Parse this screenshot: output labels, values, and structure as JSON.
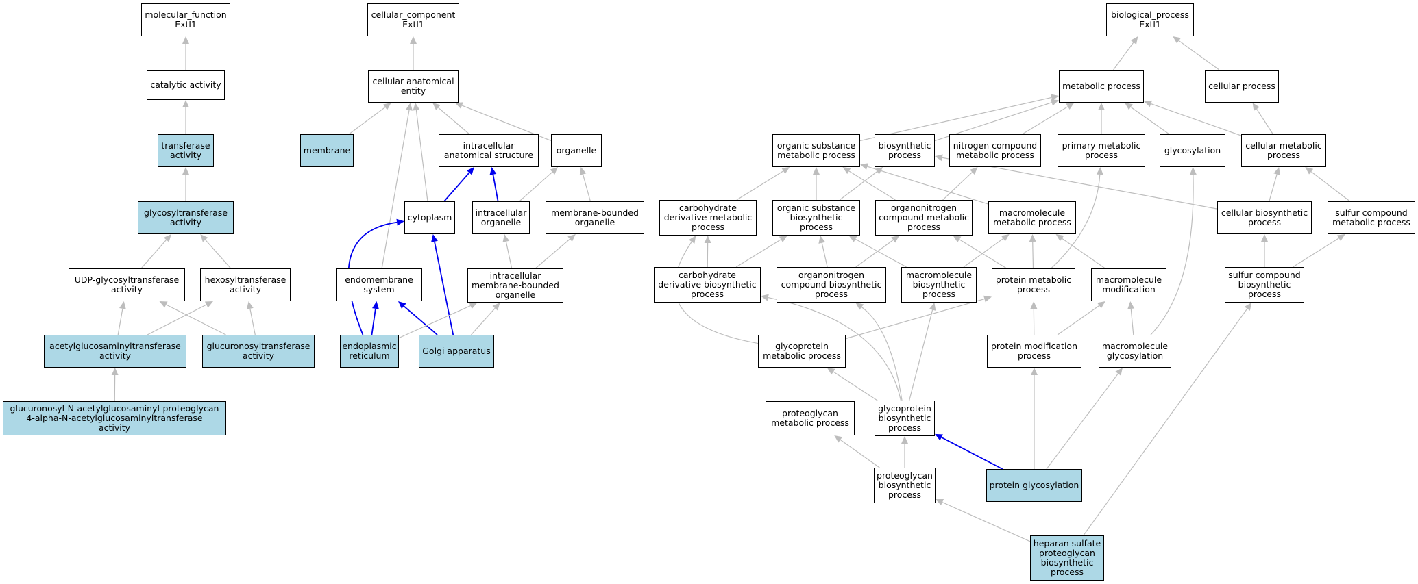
{
  "colors": {
    "highlight": "#add8e6",
    "edge_default": "#bdbdbd",
    "edge_direct": "#0000ee",
    "border": "#000000"
  },
  "nodes": {
    "mf": {
      "label": "molecular_function\nExtl1",
      "hl": false
    },
    "cat": {
      "label": "catalytic activity",
      "hl": false
    },
    "trans": {
      "label": "transferase\nactivity",
      "hl": true
    },
    "glyco": {
      "label": "glycosyltransferase\nactivity",
      "hl": true
    },
    "udp": {
      "label": "UDP-glycosyltransferase\nactivity",
      "hl": false
    },
    "hexo": {
      "label": "hexosyltransferase\nactivity",
      "hl": false
    },
    "acetyl": {
      "label": "acetylglucosaminyltransferase\nactivity",
      "hl": true
    },
    "glucuro": {
      "label": "glucuronosyltransferase\nactivity",
      "hl": true
    },
    "gnac": {
      "label": "glucuronosyl-N-acetylglucosaminyl-proteoglycan\n4-alpha-N-acetylglucosaminyltransferase\nactivity",
      "hl": true
    },
    "cc": {
      "label": "cellular_component\nExtl1",
      "hl": false
    },
    "cae": {
      "label": "cellular anatomical\nentity",
      "hl": false
    },
    "membrane": {
      "label": "membrane",
      "hl": true
    },
    "ias": {
      "label": "intracellular\nanatomical structure",
      "hl": false
    },
    "organelle": {
      "label": "organelle",
      "hl": false
    },
    "cytoplasm": {
      "label": "cytoplasm",
      "hl": false
    },
    "io": {
      "label": "intracellular\norganelle",
      "hl": false
    },
    "mbo": {
      "label": "membrane-bounded\norganelle",
      "hl": false
    },
    "endo": {
      "label": "endomembrane\nsystem",
      "hl": false
    },
    "imbo": {
      "label": "intracellular\nmembrane-bounded\norganelle",
      "hl": false
    },
    "er": {
      "label": "endoplasmic\nreticulum",
      "hl": true
    },
    "golgi": {
      "label": "Golgi apparatus",
      "hl": true
    },
    "bp": {
      "label": "biological_process\nExtl1",
      "hl": false
    },
    "mp": {
      "label": "metabolic process",
      "hl": false
    },
    "cp": {
      "label": "cellular process",
      "hl": false
    },
    "osmp": {
      "label": "organic substance\nmetabolic process",
      "hl": false
    },
    "bsp": {
      "label": "biosynthetic\nprocess",
      "hl": false
    },
    "ncmp": {
      "label": "nitrogen compound\nmetabolic process",
      "hl": false
    },
    "pmp": {
      "label": "primary metabolic\nprocess",
      "hl": false
    },
    "glycosylation": {
      "label": "glycosylation",
      "hl": false
    },
    "cmp": {
      "label": "cellular metabolic\nprocess",
      "hl": false
    },
    "cdmp": {
      "label": "carbohydrate\nderivative metabolic\nprocess",
      "hl": false
    },
    "osbp": {
      "label": "organic substance\nbiosynthetic\nprocess",
      "hl": false
    },
    "oncmp": {
      "label": "organonitrogen\ncompound metabolic\nprocess",
      "hl": false
    },
    "macromp": {
      "label": "macromolecule\nmetabolic process",
      "hl": false
    },
    "cbp": {
      "label": "cellular biosynthetic\nprocess",
      "hl": false
    },
    "scmp": {
      "label": "sulfur compound\nmetabolic process",
      "hl": false
    },
    "cdbp": {
      "label": "carbohydrate\nderivative biosynthetic\nprocess",
      "hl": false
    },
    "oncbp": {
      "label": "organonitrogen\ncompound biosynthetic\nprocess",
      "hl": false
    },
    "macrobp": {
      "label": "macromolecule\nbiosynthetic\nprocess",
      "hl": false
    },
    "protmp": {
      "label": "protein metabolic\nprocess",
      "hl": false
    },
    "macromod": {
      "label": "macromolecule\nmodification",
      "hl": false
    },
    "scbp": {
      "label": "sulfur compound\nbiosynthetic\nprocess",
      "hl": false
    },
    "gpmp": {
      "label": "glycoprotein\nmetabolic process",
      "hl": false
    },
    "protmod": {
      "label": "protein modification\nprocess",
      "hl": false
    },
    "macroglyco": {
      "label": "macromolecule\nglycosylation",
      "hl": false
    },
    "pgmp": {
      "label": "proteoglycan\nmetabolic process",
      "hl": false
    },
    "gpbp": {
      "label": "glycoprotein\nbiosynthetic\nprocess",
      "hl": false
    },
    "pgbp": {
      "label": "proteoglycan\nbiosynthetic\nprocess",
      "hl": false
    },
    "protglyco": {
      "label": "protein glycosylation",
      "hl": true
    },
    "hspg": {
      "label": "heparan sulfate\nproteoglycan\nbiosynthetic\nprocess",
      "hl": true
    }
  }
}
